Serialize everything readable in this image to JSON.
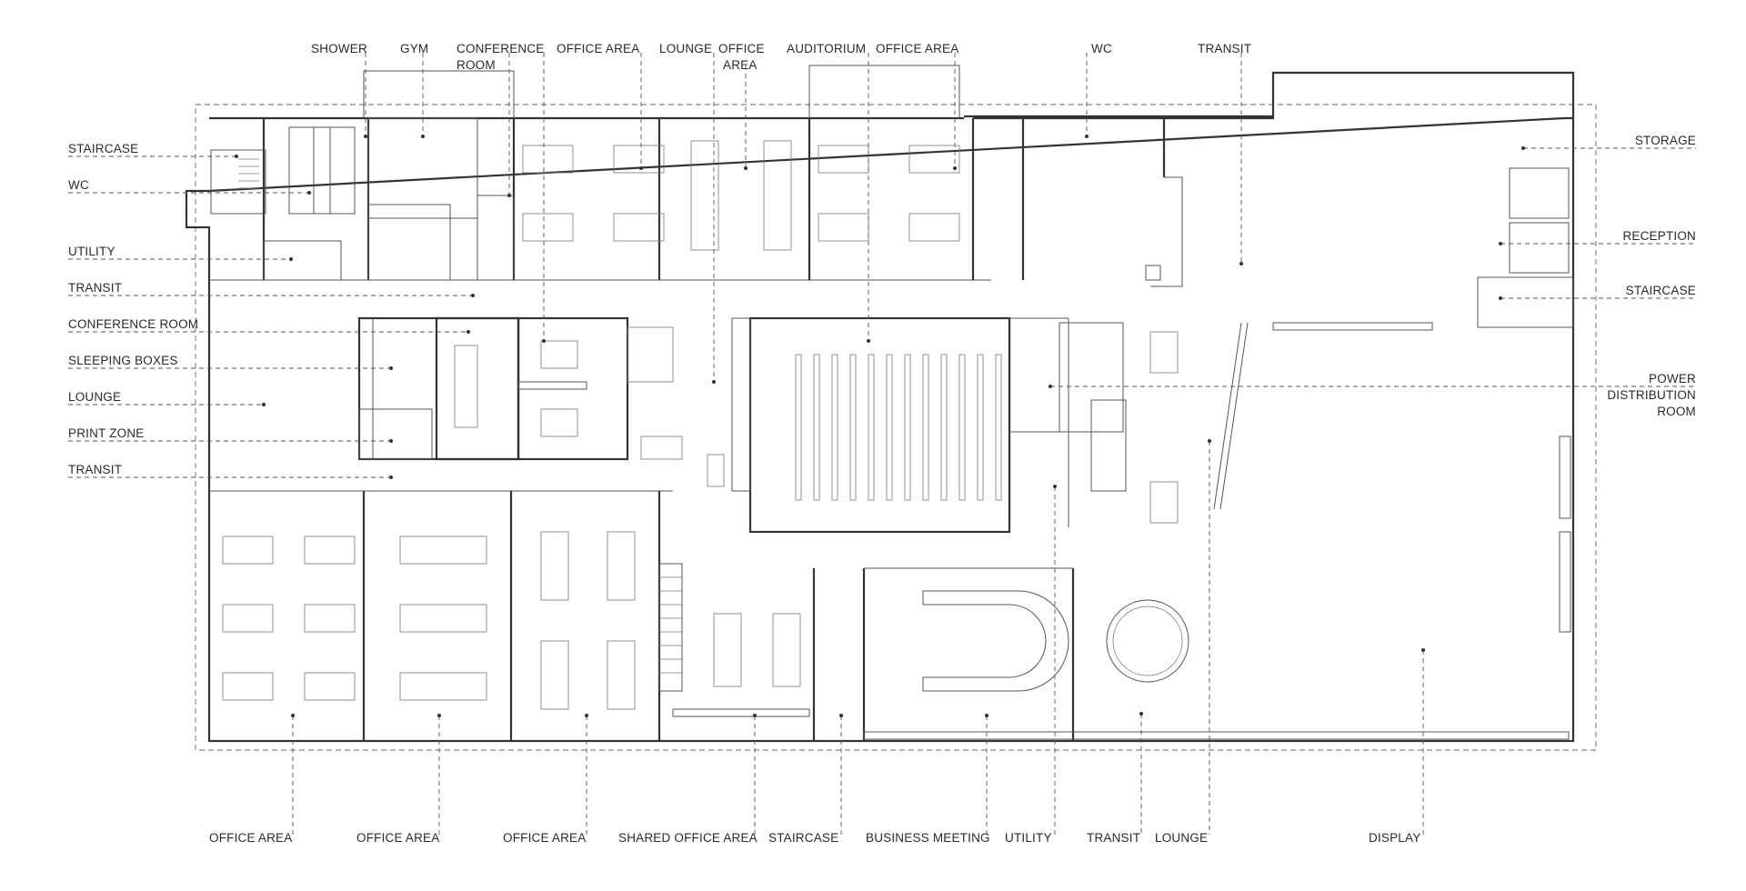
{
  "labels": {
    "top": [
      "SHOWER",
      "GYM",
      "CONFERENCE",
      "ROOM",
      "OFFICE AREA",
      "LOUNGE",
      "OFFICE",
      "AREA",
      "AUDITORIUM",
      "OFFICE AREA",
      "WC",
      "TRANSIT"
    ],
    "left": [
      "STAIRCASE",
      "WC",
      "UTILITY",
      "TRANSIT",
      "CONFERENCE ROOM",
      "SLEEPING BOXES",
      "LOUNGE",
      "PRINT ZONE",
      "TRANSIT"
    ],
    "right": [
      "STORAGE",
      "RECEPTION",
      "STAIRCASE",
      "POWER",
      "DISTRIBUTION",
      "ROOM"
    ],
    "bottom": [
      "OFFICE AREA",
      "OFFICE AREA",
      "OFFICE AREA",
      "SHARED OFFICE AREA",
      "STAIRCASE",
      "BUSINESS MEETING",
      "UTILITY",
      "TRANSIT",
      "LOUNGE",
      "DISPLAY"
    ]
  }
}
